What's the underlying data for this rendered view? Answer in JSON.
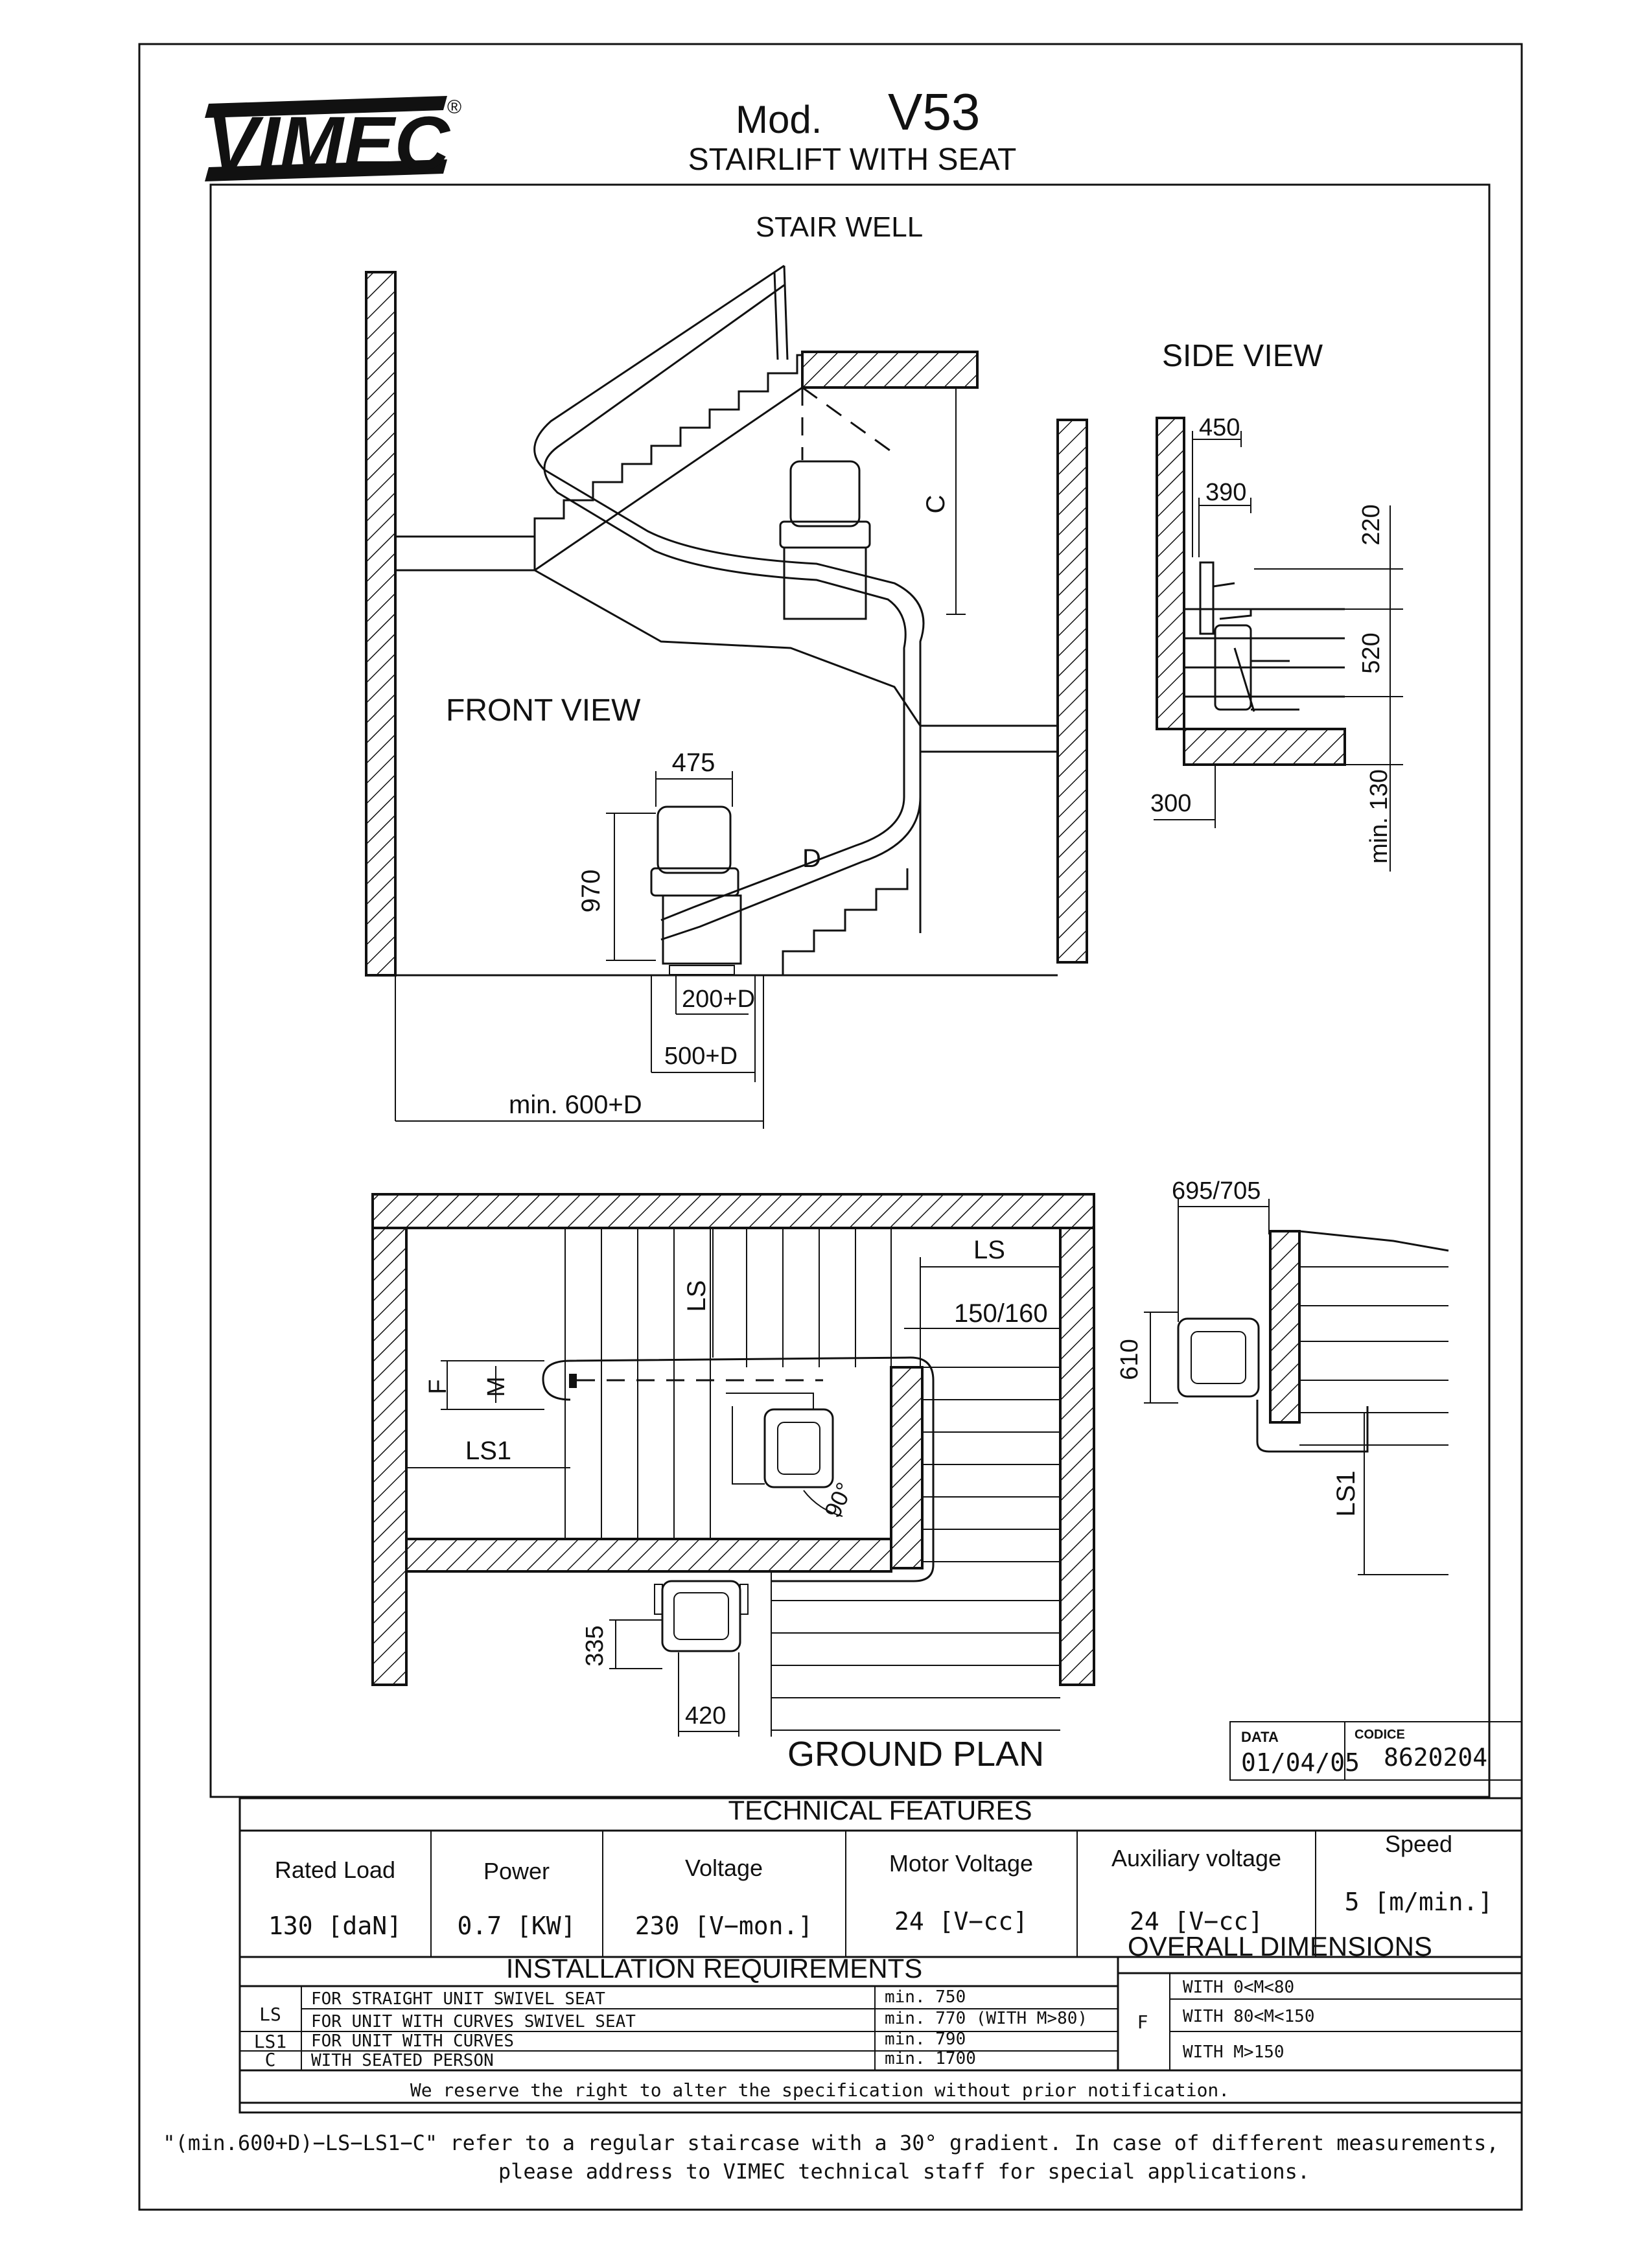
{
  "header": {
    "brand": "VIMEC",
    "registered_mark": "®",
    "model_prefix": "Mod.",
    "model": "V53",
    "subtitle": "STAIRLIFT WITH SEAT"
  },
  "drawing": {
    "stair_well_title": "STAIR WELL",
    "front_view_title": "FRONT VIEW",
    "side_view_title": "SIDE VIEW",
    "ground_plan_title": "GROUND PLAN",
    "front_dims": {
      "seat_width": "475",
      "height": "970",
      "clearance_label": "C",
      "rail_label": "D",
      "d200": "200+D",
      "d500": "500+D",
      "d600": "min. 600+D"
    },
    "side_dims": {
      "d450": "450",
      "d390": "390",
      "d220": "220",
      "d520": "520",
      "d300": "300",
      "dmin130": "min. 130"
    },
    "plan_dims": {
      "ls": "LS",
      "ls_vertical": "LS",
      "d150_160": "150/160",
      "f": "F",
      "m": "M",
      "ls1": "LS1",
      "angle": "90°",
      "d335": "335",
      "d420": "420"
    },
    "plan_side_dims": {
      "d695_705": "695/705",
      "d610": "610",
      "ls1": "LS1"
    }
  },
  "stamp": {
    "date_label": "DATA",
    "date": "01/04/05",
    "code_label": "CODICE",
    "code": "8620204"
  },
  "technical_features": {
    "title": "TECHNICAL FEATURES",
    "columns": [
      {
        "label": "Rated Load",
        "value": "130 [daN]"
      },
      {
        "label": "Power",
        "value": "0.7 [KW]"
      },
      {
        "label": "Voltage",
        "value": "230 [V−mon.]"
      },
      {
        "label": "Motor Voltage",
        "value": "24 [V−cc]"
      },
      {
        "label": "Auxiliary voltage",
        "value": "24 [V−cc]"
      },
      {
        "label": "Speed",
        "value": "5 [m/min.]"
      }
    ]
  },
  "installation": {
    "title": "INSTALLATION REQUIREMENTS",
    "rows": [
      {
        "code": "LS",
        "desc": "FOR STRAIGHT UNIT SWIVEL SEAT",
        "value": "min. 750"
      },
      {
        "code": "",
        "desc": "FOR UNIT WITH CURVES SWIVEL SEAT",
        "value": "min. 770 (WITH M>80)"
      },
      {
        "code": "LS1",
        "desc": "FOR UNIT WITH CURVES",
        "value": "min. 790"
      },
      {
        "code": "C",
        "desc": "WITH SEATED PERSON",
        "value": "min. 1700"
      }
    ]
  },
  "overall": {
    "title": "OVERALL DIMENSIONS",
    "code": "F",
    "rows": [
      "WITH 0<M<80",
      "WITH 80<M<150",
      "WITH M>150"
    ]
  },
  "notes": {
    "reserve": "We reserve the right to alter the specification without prior notification.",
    "footnote_1": "\"(min.600+D)−LS−LS1−C\" refer to a regular staircase with a 30° gradient. In case of different measurements,",
    "footnote_2": "please address to VIMEC technical staff for special applications."
  }
}
